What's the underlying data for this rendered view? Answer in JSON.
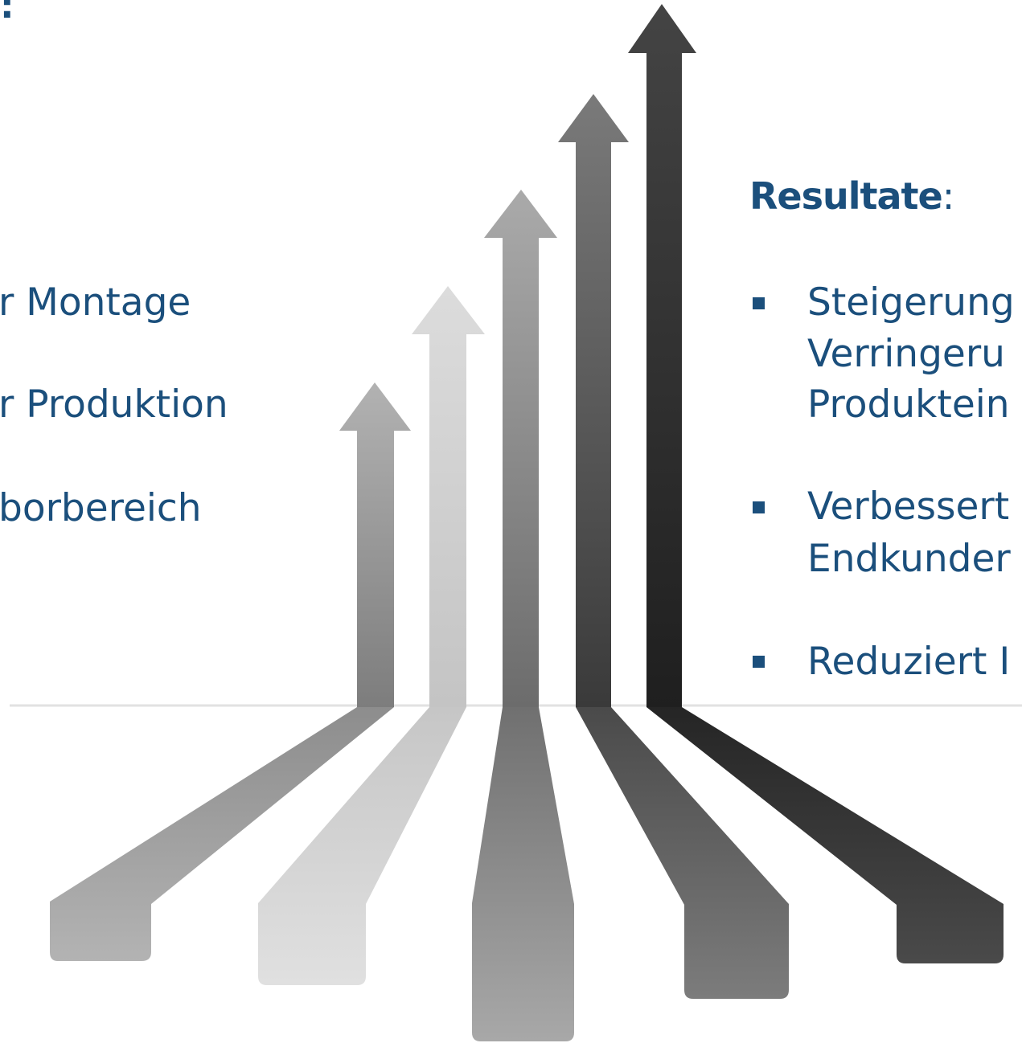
{
  "fragments": {
    "top_left": ":"
  },
  "left_list": [
    "r Montage",
    "r Produktion",
    "borbereich"
  ],
  "results": {
    "heading": "Resultate",
    "colon": ":",
    "items": [
      {
        "lines": [
          "Steigerung",
          "Verringeru",
          "Produktein"
        ]
      },
      {
        "lines": [
          "Verbessert",
          "Endkunder"
        ]
      },
      {
        "lines": [
          "Reduziert I"
        ]
      }
    ]
  },
  "colors": {
    "text": "#1b4f7c",
    "arrow_shades": [
      "#a9a9a9",
      "#d6d6d6",
      "#9c9c9c",
      "#6f6f6f",
      "#333333"
    ]
  }
}
